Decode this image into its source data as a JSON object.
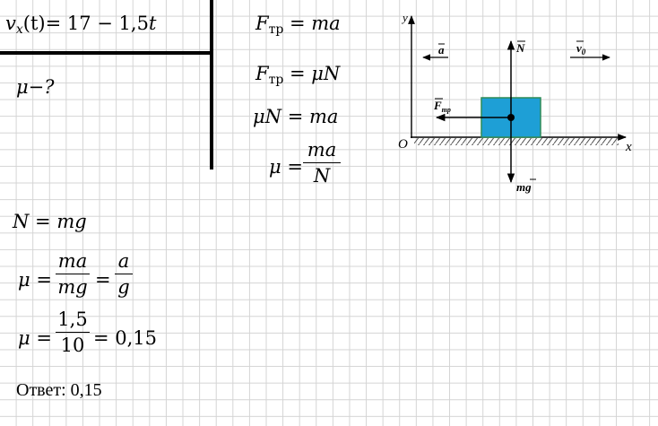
{
  "given": {
    "velocity_lhs": "v",
    "velocity_sub": "x",
    "velocity_arg": "(t)",
    "velocity_rhs": "= 17 − 1,5",
    "velocity_t": "t",
    "unknown": "μ−?"
  },
  "solution": {
    "eq1_F": "F",
    "eq1_sub": "тр",
    "eq1_rhs": "= ma",
    "eq2_F": "F",
    "eq2_sub": "тр",
    "eq2_rhs": "= μN",
    "eq3": "μN = ma",
    "eq4_lhs": "μ =",
    "eq4_num": "ma",
    "eq4_den": "N"
  },
  "derivation": {
    "normal": "N = mg",
    "mu_lhs": "μ =",
    "frac1_num": "ma",
    "frac1_den": "mg",
    "eq_sign": "=",
    "frac2_num": "a",
    "frac2_den": "g",
    "mu2_lhs": "μ =",
    "frac3_num": "1,5",
    "frac3_den": "10",
    "result": "= 0,15"
  },
  "answer": {
    "text": "Ответ: 0,15"
  },
  "diagram": {
    "axis_y": "y",
    "axis_x": "x",
    "origin": "O",
    "label_a": "a",
    "label_N": "N",
    "label_v0": "v",
    "label_v0_sub": "0",
    "label_Ftr": "F",
    "label_Ftr_sub": "тр",
    "label_mg": "mg",
    "block_color": "#1e9fd6",
    "block_border": "#2e8b57"
  }
}
